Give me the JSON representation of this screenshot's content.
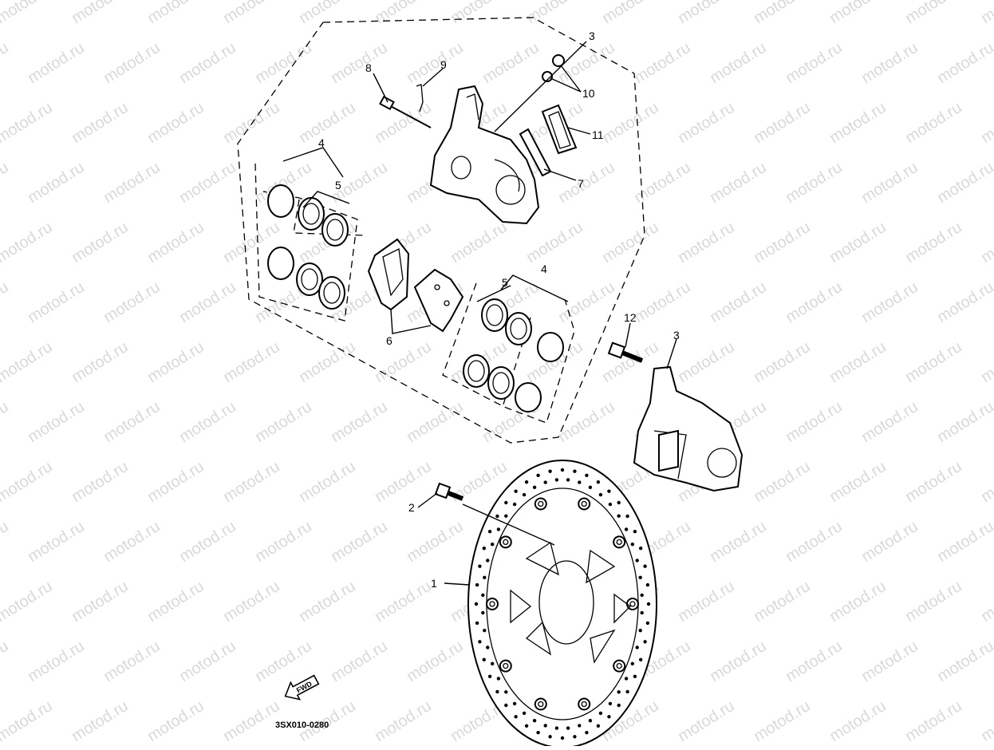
{
  "watermark": {
    "text": "motod.ru",
    "color": "#d9d9d9"
  },
  "diagram_code": "3SX010-0280",
  "fwd_arrow": {
    "text": "FWD",
    "icon": "forward-arrow-icon"
  },
  "callouts": [
    {
      "id": "1",
      "label": "1"
    },
    {
      "id": "2",
      "label": "2"
    },
    {
      "id": "3a",
      "label": "3"
    },
    {
      "id": "3b",
      "label": "3"
    },
    {
      "id": "4a",
      "label": "4"
    },
    {
      "id": "4b",
      "label": "4"
    },
    {
      "id": "5a",
      "label": "5"
    },
    {
      "id": "5b",
      "label": "5"
    },
    {
      "id": "6",
      "label": "6"
    },
    {
      "id": "7",
      "label": "7"
    },
    {
      "id": "8",
      "label": "8"
    },
    {
      "id": "9",
      "label": "9"
    },
    {
      "id": "10",
      "label": "10"
    },
    {
      "id": "11",
      "label": "11"
    },
    {
      "id": "12",
      "label": "12"
    }
  ]
}
